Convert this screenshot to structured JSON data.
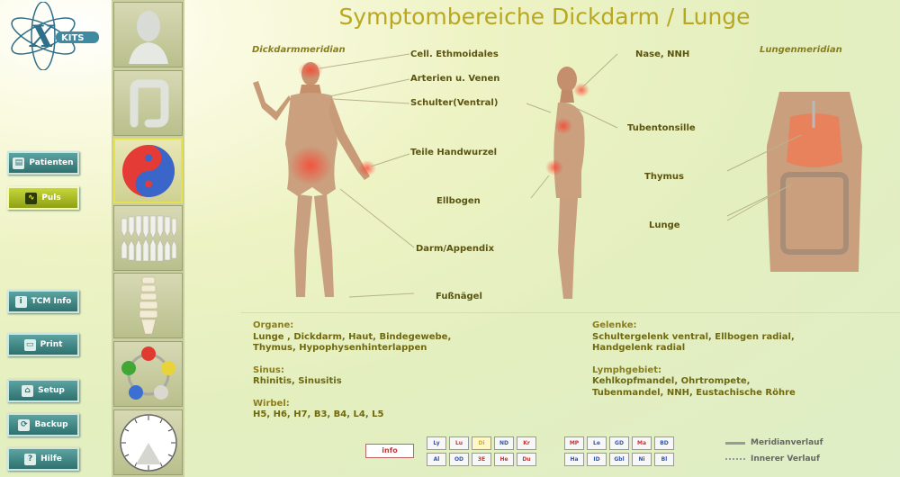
{
  "title": "Symptombereiche Dickdarm / Lunge",
  "logo": {
    "text": "KITS"
  },
  "sidebar": {
    "buttons": [
      {
        "label": "Patienten",
        "icon": "patient-icon",
        "active": false
      },
      {
        "label": "Puls",
        "icon": "pulse-icon",
        "active": true
      },
      {
        "label": "TCM Info",
        "icon": "info-icon",
        "active": false
      },
      {
        "label": "Print",
        "icon": "print-icon",
        "active": false
      },
      {
        "label": "Setup",
        "icon": "setup-icon",
        "active": false
      },
      {
        "label": "Backup",
        "icon": "backup-icon",
        "active": false
      },
      {
        "label": "Hilfe",
        "icon": "help-icon",
        "active": false
      }
    ]
  },
  "icon_column": [
    "head-tile-icon",
    "colon-tile-icon",
    "yin-yang-tile-icon",
    "teeth-tile-icon",
    "spine-tile-icon",
    "five-elements-tile-icon",
    "clock-tile-icon"
  ],
  "meridians": {
    "left": "Dickdarmmeridian",
    "right": "Lungenmeridian"
  },
  "labels": {
    "cell_ethmoidales": "Cell. Ethmoidales",
    "arterien": "Arterien u. Venen",
    "schulter": "Schulter(Ventral)",
    "handwurzel": "Teile Handwurzel",
    "ellbogen": "Ellbogen",
    "darm": "Darm/Appendix",
    "fussnaegel": "Fußnägel",
    "nase": "Nase, NNH",
    "tubentonsille": "Tubentonsille",
    "thymus": "Thymus",
    "lunge": "Lunge"
  },
  "info_left": {
    "organe_hd": "Organe:",
    "organe_1": "Lunge , Dickdarm, Haut, Bindegewebe,",
    "organe_2": "Thymus, Hypophysenhinterlappen",
    "sinus_hd": "Sinus:",
    "sinus_1": "Rhinitis, Sinusitis",
    "wirbel_hd": "Wirbel:",
    "wirbel_1": "H5, H6, H7, B3, B4, L4, L5"
  },
  "info_right": {
    "gelenke_hd": "Gelenke:",
    "gelenke_1": "Schultergelenk ventral, Ellbogen radial,",
    "gelenke_2": "Handgelenk radial",
    "lymph_hd": "Lymphgebiet:",
    "lymph_1": "Kehlkopfmandel, Ohrtrompete,",
    "lymph_2": "Tubenmandel, NNH, Eustachische Röhre"
  },
  "info_button": "info",
  "chips_left": [
    "Ly",
    "Lu",
    "Di",
    "ND",
    "Kr",
    "",
    "Al",
    "OD",
    "3E",
    "He",
    "Du",
    ""
  ],
  "chips_right": [
    "MP",
    "Le",
    "GD",
    "Ma",
    "BD",
    "",
    "Ha",
    "ID",
    "Gbl",
    "Ni",
    "Bl",
    ""
  ],
  "legend": {
    "solid": "Meridianverlauf",
    "dotted": "Innerer Verlauf"
  },
  "colors": {
    "title": "#b8a722",
    "button": "#3f8785",
    "active_button": "#a8b825",
    "glow": "#ff4a3a"
  }
}
